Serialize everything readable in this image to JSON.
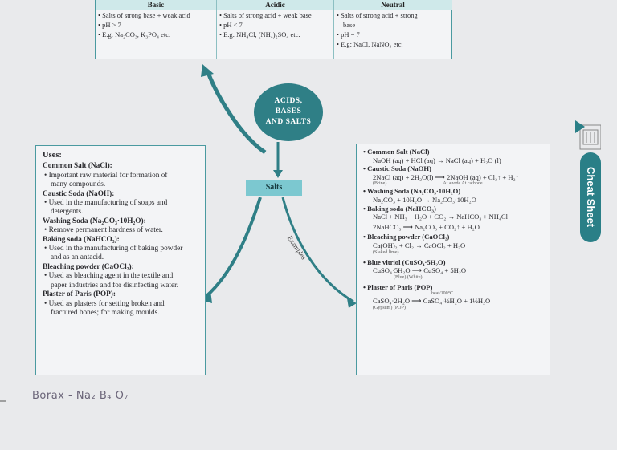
{
  "table": {
    "headers": [
      "Basic",
      "Acidic",
      "Neutral"
    ],
    "basic": [
      "• Salts of strong base + weak acid",
      "• pH > 7",
      "• E.g: Na₂CO₃, K₃PO₄ etc."
    ],
    "acidic": [
      "• Salts of strong acid + weak base",
      "• pH < 7",
      "• E.g: NH₄Cl, (NH₄)₂SO₄ etc."
    ],
    "neutral": [
      "• Salts of strong acid + strong",
      "base",
      "• pH = 7",
      "• E.g: NaCl, NaNO₃ etc."
    ]
  },
  "bubble": {
    "line1": "ACIDS,",
    "line2": "BASES",
    "line3": "AND SALTS"
  },
  "salts_box": "Salts",
  "examples_label": "Examples",
  "uses": {
    "title": "Uses:",
    "items": [
      {
        "h": "Common Salt (NaCl):",
        "t": "• Important raw material for formation of",
        "t2": "many compounds."
      },
      {
        "h": "Caustic Soda (NaOH):",
        "t": "• Used in the manufacturing of soaps and",
        "t2": "detergents."
      },
      {
        "h": "Washing Soda (Na₂CO₃·10H₂O):",
        "t": "• Remove permanent hardness of water.",
        "t2": ""
      },
      {
        "h": "Baking soda (NaHCO₃):",
        "t": "• Used in the manufacturing of baking powder",
        "t2": "and as an antacid."
      },
      {
        "h": "Bleaching powder (CaOCl₂):",
        "t": "• Used as bleaching agent in the textile and",
        "t2": "paper industries and for disinfecting water."
      },
      {
        "h": "Plaster of Paris (POP):",
        "t": "• Used as plasters for setting broken and",
        "t2": "fractured bones; for making moulds."
      }
    ]
  },
  "examples": {
    "common_salt_h": "• Common Salt (NaCl)",
    "common_salt_eq": "NaOH (aq) + HCl (aq) → NaCl (aq) + H₂O (l)",
    "caustic_h": "• Caustic Soda (NaOH)",
    "caustic_eq": "2NaCl (aq) + 2H₂O(l) ⟶ 2NaOH (aq) + Cl₂↑ + H₂↑",
    "caustic_note1": "(Brine)",
    "caustic_note2": "At anode  At cathode",
    "washing_h": "• Washing Soda (Na₂CO₃·10H₂O)",
    "washing_eq": "Na₂CO₃ + 10H₂O → Na₂CO₃·10H₂O",
    "baking_h": "• Baking soda (NaHCO₃)",
    "baking_eq1": "NaCl + NH₃ + H₂O + CO₂ → NaHCO₃ + NH₄Cl",
    "baking_eq2": "2NaHCO₃ ⟶ Na₂CO₃ + CO₂↑ + H₂O",
    "bleach_h": "• Bleaching powder (CaOCl₂)",
    "bleach_eq": "Ca(OH)₂ + Cl₂ → CaOCl₂ + H₂O",
    "bleach_note": "(Slaked lime)",
    "vitriol_h": "• Blue vitriol (CuSO₄·5H₂O)",
    "vitriol_eq": "CuSO₄·5H₂O ⟶ CuSO₄ + 5H₂O",
    "vitriol_note": "(Blue)          (White)",
    "pop_h": "• Plaster of Paris (POP)",
    "pop_eq": "CaSO₄·2H₂O ⟶ CaSO₄·½H₂O + 1½H₂O",
    "pop_note": "(Gypsum)                        (POP)",
    "pop_cond": "heat/100°C"
  },
  "side_label": "Cheat Sheet",
  "handwritten_note": "Borax - Na₂ B₄ O₇",
  "colors": {
    "accent": "#2f7f86",
    "border": "#4a9aa0"
  }
}
